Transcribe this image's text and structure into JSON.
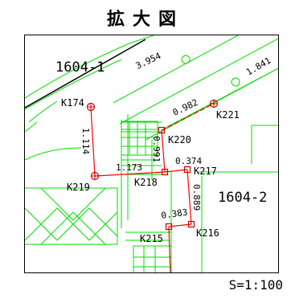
{
  "title": "拡大図",
  "scale": "S=1:100",
  "parcels": [
    {
      "id": "p1",
      "label": "1604-1"
    },
    {
      "id": "p2",
      "label": "1604-2"
    }
  ],
  "points": [
    {
      "id": "K174",
      "label": "K174",
      "marker": "circle"
    },
    {
      "id": "K221",
      "label": "K221",
      "marker": "circle"
    },
    {
      "id": "K219",
      "label": "K219",
      "marker": "circle"
    },
    {
      "id": "K220",
      "label": "K220",
      "marker": "square"
    },
    {
      "id": "K218",
      "label": "K218",
      "marker": "square"
    },
    {
      "id": "K217",
      "label": "K217",
      "marker": "square"
    },
    {
      "id": "K215",
      "label": "K215",
      "marker": "square"
    },
    {
      "id": "K216",
      "label": "K216",
      "marker": "square"
    }
  ],
  "distances": {
    "d1": "3.954",
    "d2": "1.841",
    "d3": "0.982",
    "d4": "1.114",
    "d5": "0.991",
    "d6": "1.173",
    "d7": "0.374",
    "d8": "0.889",
    "d9": "0.383"
  },
  "colors": {
    "background_lines": "#00dd00",
    "boundary": "#ff0000",
    "marker": "#cc0000",
    "text": "#000000"
  }
}
